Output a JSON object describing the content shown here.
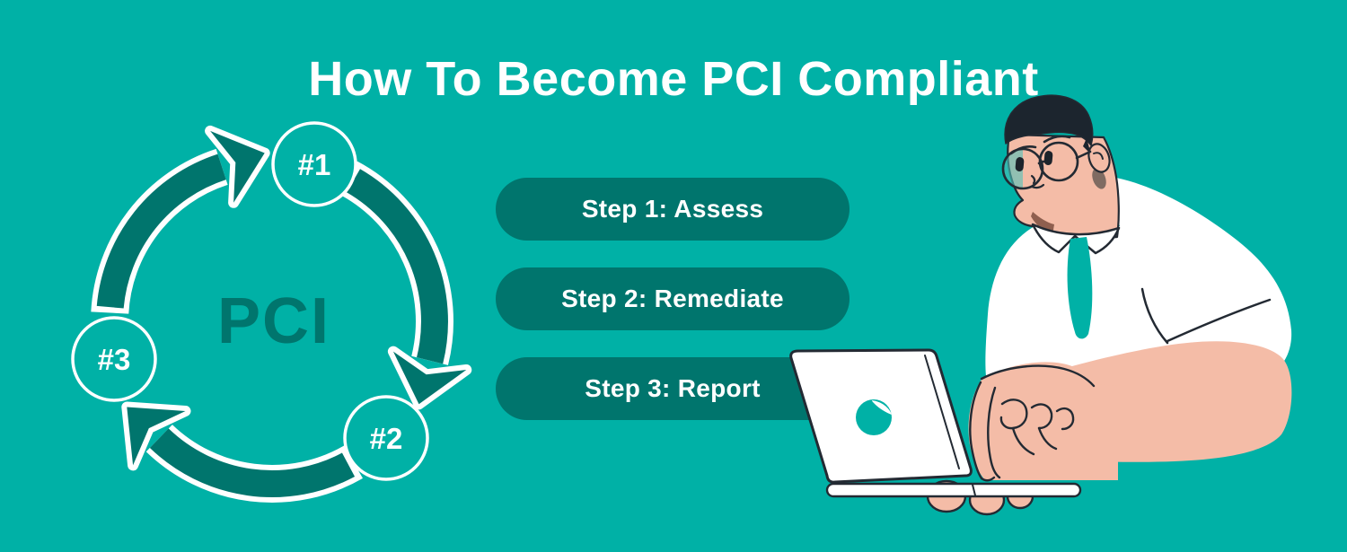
{
  "title": "How To Become PCI Compliant",
  "cycle": {
    "center_label": "PCI",
    "nodes": [
      {
        "label": "#1"
      },
      {
        "label": "#2"
      },
      {
        "label": "#3"
      }
    ]
  },
  "steps": [
    {
      "label": "Step 1: Assess"
    },
    {
      "label": "Step 2: Remediate"
    },
    {
      "label": "Step 3: Report"
    }
  ],
  "illustration": {
    "laptop_logo_icon": "teal-circle-swoosh"
  },
  "colors": {
    "background": "#00B1A6",
    "dark_teal": "#00756D",
    "text_light": "#FFFFFF",
    "outline_ink": "#232A33",
    "skin": "#F4BCA7",
    "hair": "#1C252E",
    "lens_tint": "#4FC2B9"
  }
}
